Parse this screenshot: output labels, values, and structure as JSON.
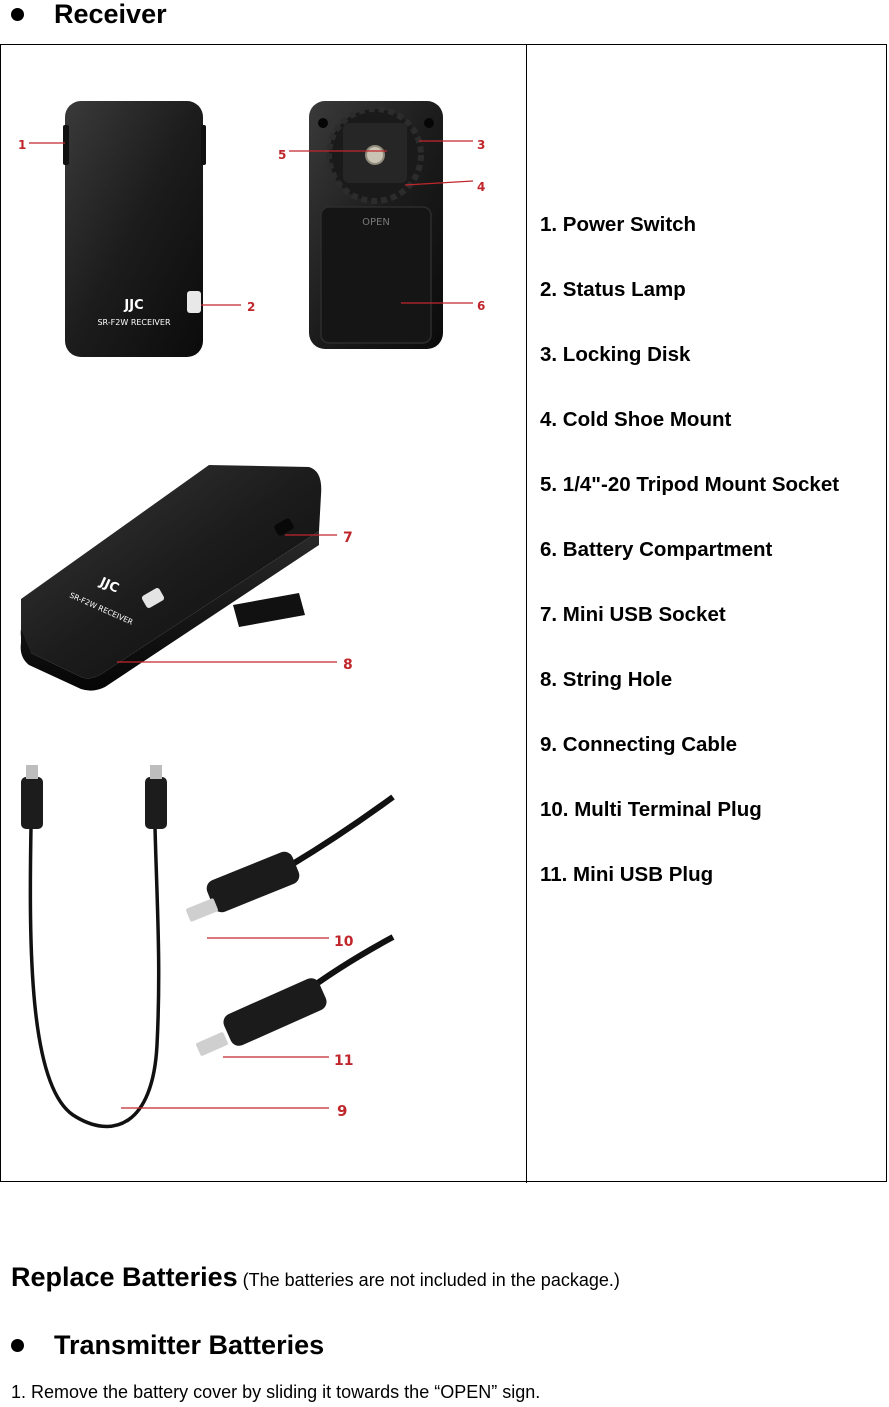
{
  "receiver_heading": "Receiver",
  "photo": {
    "device_brand": "JJC",
    "device_model": "SR-F2W RECEIVER",
    "open_label": "OPEN",
    "callouts": [
      "1",
      "2",
      "3",
      "4",
      "5",
      "6",
      "7",
      "8",
      "9",
      "10",
      "11"
    ]
  },
  "parts": [
    "1. Power Switch",
    "2. Status Lamp",
    "3. Locking Disk",
    "4. Cold Shoe Mount",
    "5. 1/4\"-20 Tripod Mount Socket",
    "6. Battery Compartment",
    "7. Mini USB Socket",
    "8. String Hole",
    "9. Connecting Cable",
    "10. Multi Terminal Plug",
    "11. Mini USB Plug"
  ],
  "replace": {
    "title": "Replace Batteries",
    "note": " (The batteries are not included in the package.)"
  },
  "transmitter_heading": "Transmitter Batteries",
  "steps": [
    "1. Remove the battery cover by sliding it towards the “OPEN” sign."
  ],
  "colors": {
    "callout_red": "#c0272d",
    "device_body": "#1b1b1b"
  }
}
